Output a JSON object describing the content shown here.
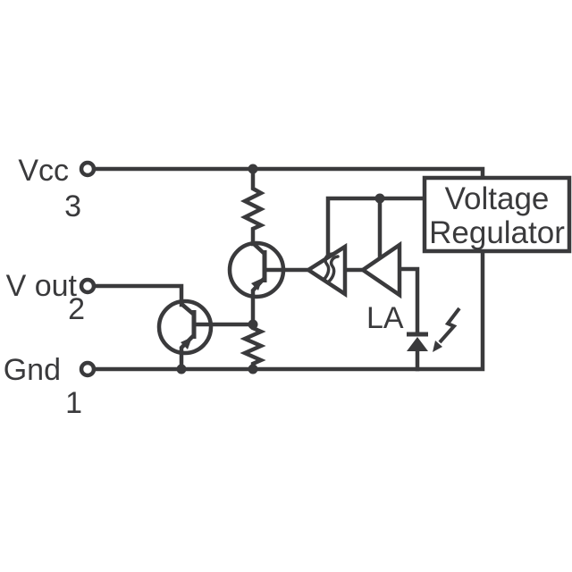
{
  "pins": [
    {
      "name": "Vcc",
      "number": "3"
    },
    {
      "name": "V out",
      "number": "2"
    },
    {
      "name": "Gnd",
      "number": "1"
    }
  ],
  "labels": {
    "amplifier": "LA",
    "regulator_line1": "Voltage",
    "regulator_line2": "Regulator"
  },
  "colors": {
    "ink": "#3a3a3c",
    "background": "#ffffff"
  }
}
